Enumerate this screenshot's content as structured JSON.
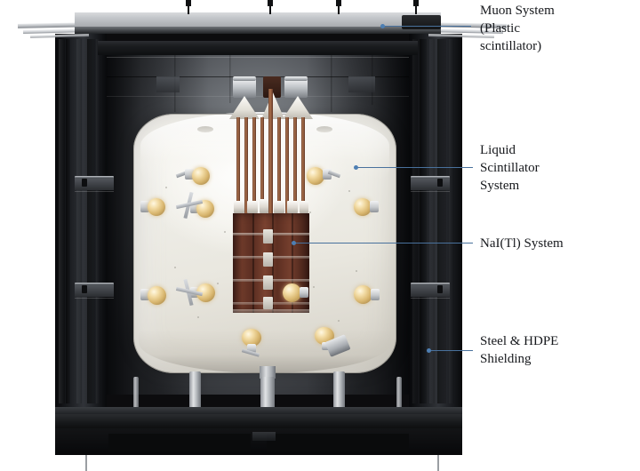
{
  "figure": {
    "title": "Detector cutaway schematic",
    "background_color": "#ffffff",
    "leader_color": "#49719c",
    "text_color": "#16181c"
  },
  "annotations": [
    {
      "id": "muon-system",
      "text": "Muon System\n(Plastic\nscintillator)",
      "lines": [
        "Muon System",
        "(Plastic",
        "scintillator)"
      ]
    },
    {
      "id": "liquid-scintillator-system",
      "text": "Liquid\nScintillator\nSystem",
      "lines": [
        "Liquid",
        "Scintillator",
        "System"
      ]
    },
    {
      "id": "nai-tl-system",
      "text": "NaI(Tl) System",
      "lines": [
        "NaI(Tl) System"
      ]
    },
    {
      "id": "steel-hdpe-shielding",
      "text": "Steel & HDPE\nShielding",
      "lines": [
        "Steel & HDPE",
        "Shielding"
      ]
    }
  ],
  "components": {
    "muon_panel": "plastic-scintillator-top-panel",
    "shielding": "steel-and-hdpe-shield-walls",
    "vessel": "liquid-scintillator-vessel",
    "crystals": "nai-tl-crystal-array",
    "photomultipliers": "pmt-array",
    "support": "support-legs-and-base-platform"
  },
  "counts": {
    "pmts_visible": 12,
    "copper_rods": 9,
    "muon_bolts": 4
  }
}
